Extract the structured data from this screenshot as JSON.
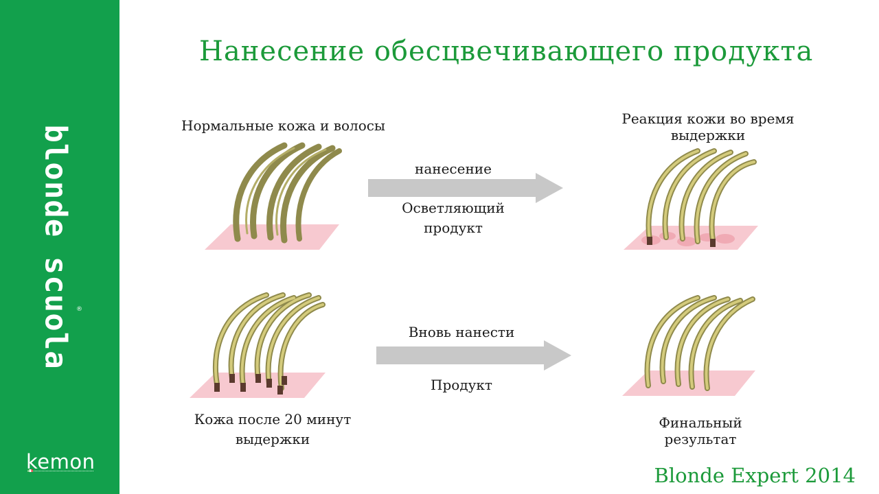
{
  "title": "Нанесение обесцвечивающего продукта",
  "sidebar": {
    "vertical_text": "blonde scuola",
    "logo": "kemon",
    "registered_mark": "®"
  },
  "panels": {
    "top_left_label": "Нормальные кожа и волосы",
    "top_right_label_1": "Реакция кожи во время",
    "top_right_label_2": "выдержки",
    "bottom_left_label_1": "Кожа после 20 минут",
    "bottom_left_label_2": "выдержки",
    "bottom_right_label_1": "Финальный",
    "bottom_right_label_2": "результат"
  },
  "arrows": {
    "top_above": "нанесение",
    "top_below_1": "Осветляющий",
    "top_below_2": "продукт",
    "bottom_above": "Вновь нанести",
    "bottom_below": "Продукт"
  },
  "footer": "Blonde Expert 2014",
  "colors": {
    "sidebar_green": "#12a04c",
    "title_green": "#1c9a3a",
    "skin_pink": "#f7c9d0",
    "hair_dark": "#8f8a4c",
    "hair_light": "#c9c06e",
    "arrow_gray": "#c8c8c8",
    "root_brown": "#5b3a2e"
  }
}
